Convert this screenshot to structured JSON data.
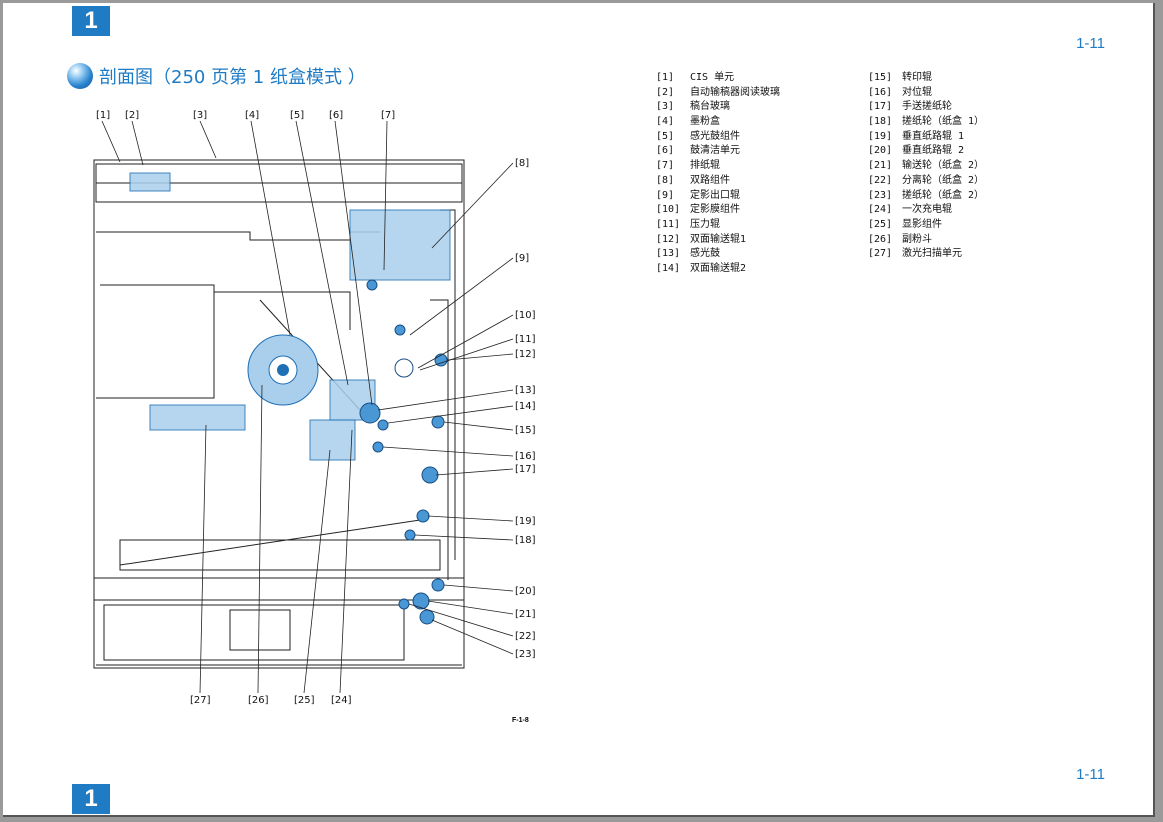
{
  "header": {
    "chapter_badge": "1",
    "page_number": "1-11"
  },
  "footer": {
    "chapter_badge": "1",
    "page_number": "1-11"
  },
  "title": "剖面图（250 页第 1 纸盒模式 ）",
  "figure_label": "F-1-8",
  "callouts": {
    "c1": "[1]",
    "c2": "[2]",
    "c3": "[3]",
    "c4": "[4]",
    "c5": "[5]",
    "c6": "[6]",
    "c7": "[7]",
    "c8": "[8]",
    "c9": "[9]",
    "c10": "[10]",
    "c11": "[11]",
    "c12": "[12]",
    "c13": "[13]",
    "c14": "[14]",
    "c15": "[15]",
    "c16": "[16]",
    "c17": "[17]",
    "c18": "[18]",
    "c19": "[19]",
    "c20": "[20]",
    "c21": "[21]",
    "c22": "[22]",
    "c23": "[23]",
    "c24": "[24]",
    "c25": "[25]",
    "c26": "[26]",
    "c27": "[27]"
  },
  "legend": {
    "col1": [
      {
        "num": "[1]",
        "text": "CIS 单元"
      },
      {
        "num": "[2]",
        "text": "自动输稿器阅读玻璃"
      },
      {
        "num": "[3]",
        "text": "稿台玻璃"
      },
      {
        "num": "[4]",
        "text": "墨粉盒"
      },
      {
        "num": "[5]",
        "text": "感光鼓组件"
      },
      {
        "num": "[6]",
        "text": "鼓清洁单元"
      },
      {
        "num": "[7]",
        "text": "排纸辊"
      },
      {
        "num": "[8]",
        "text": "双路组件"
      },
      {
        "num": "[9]",
        "text": "定影出口辊"
      },
      {
        "num": "[10]",
        "text": "定影膜组件"
      },
      {
        "num": "[11]",
        "text": "压力辊"
      },
      {
        "num": "[12]",
        "text": "双面输送辊1"
      },
      {
        "num": "[13]",
        "text": "感光鼓"
      },
      {
        "num": "[14]",
        "text": "双面输送辊2"
      }
    ],
    "col2": [
      {
        "num": "[15]",
        "text": "转印辊"
      },
      {
        "num": "[16]",
        "text": "对位辊"
      },
      {
        "num": "[17]",
        "text": "手送搓纸轮"
      },
      {
        "num": "[18]",
        "text": "搓纸轮（纸盒 1）"
      },
      {
        "num": "[19]",
        "text": "垂直纸路辊 1"
      },
      {
        "num": "[20]",
        "text": "垂直纸路辊 2"
      },
      {
        "num": "[21]",
        "text": "输送轮（纸盒 2）"
      },
      {
        "num": "[22]",
        "text": "分离轮（纸盒 2）"
      },
      {
        "num": "[23]",
        "text": "搓纸轮（纸盒 2）"
      },
      {
        "num": "[24]",
        "text": "一次充电辊"
      },
      {
        "num": "[25]",
        "text": "显影组件"
      },
      {
        "num": "[26]",
        "text": "副粉斗"
      },
      {
        "num": "[27]",
        "text": "激光扫描单元"
      }
    ]
  }
}
